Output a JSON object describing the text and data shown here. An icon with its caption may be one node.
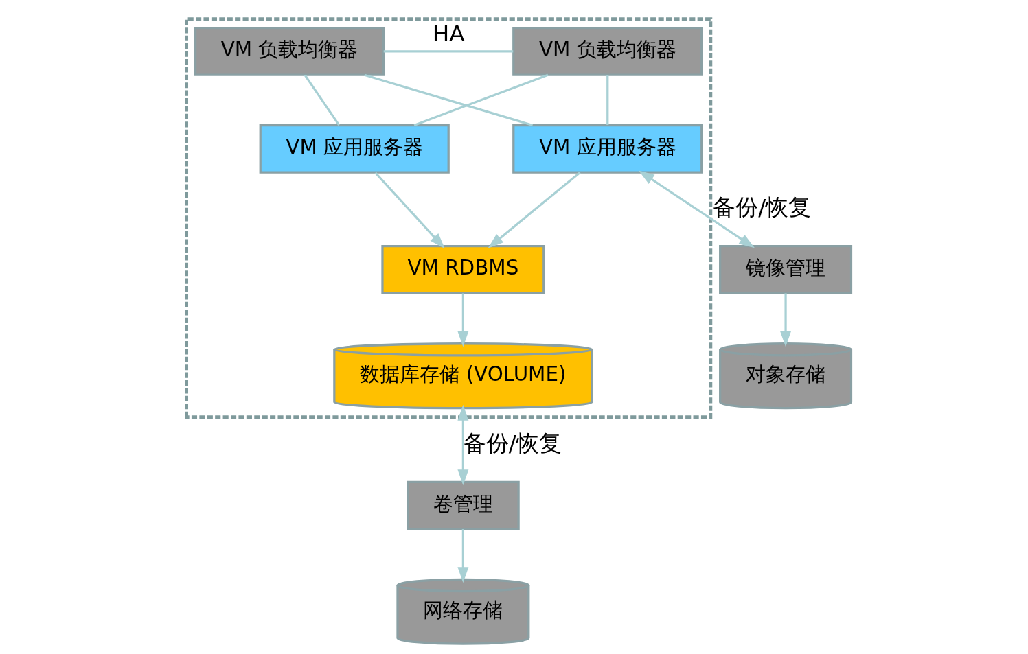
{
  "diagram": {
    "nodes": [
      {
        "text": [],
        "shape": "box"
      },
      {
        "text": [
          "VM 负载均衡器"
        ],
        "in": 0
      },
      {
        "text": [
          "VM 负载均衡器"
        ],
        "in": 0
      },
      {
        "text": [
          "VM 应用服务器"
        ],
        "in": 0
      },
      {
        "text": [
          "VM 应用服务器"
        ],
        "in": 0
      },
      {
        "text": [
          "VM RDBMS"
        ],
        "in": 0
      },
      {
        "text": [
          "数据库存储 (VOLUME)"
        ],
        "in": 0
      },
      {
        "text": [
          "镜像管理"
        ]
      },
      {
        "text": [
          "对象存储"
        ]
      },
      {
        "text": [
          "卷管理"
        ]
      },
      {
        "text": [
          "网络存储"
        ]
      }
    ],
    "edges": [
      {
        "from": 1,
        "to": 2,
        "arrow": "none",
        "label": "HA"
      },
      {
        "from": 1,
        "to": 3,
        "arrow": "none"
      },
      {
        "from": 1,
        "to": 4,
        "arrow": "none"
      },
      {
        "from": 2,
        "to": 3,
        "arrow": "none"
      },
      {
        "from": 2,
        "to": 4,
        "arrow": "none"
      },
      {
        "from": 3,
        "to": 5,
        "arrow": "to"
      },
      {
        "from": 4,
        "to": 5,
        "arrow": "to"
      },
      {
        "from": 5,
        "to": 6,
        "arrow": "to"
      },
      {
        "from": 4,
        "to": 7,
        "arrow": "both",
        "label": "备份/恢复"
      },
      {
        "from": 6,
        "to": 9,
        "arrow": "both",
        "label": "备份/恢复"
      },
      {
        "from": 7,
        "to": 8,
        "arrow": "to"
      },
      {
        "from": 9,
        "to": 10,
        "arrow": "to"
      }
    ]
  }
}
